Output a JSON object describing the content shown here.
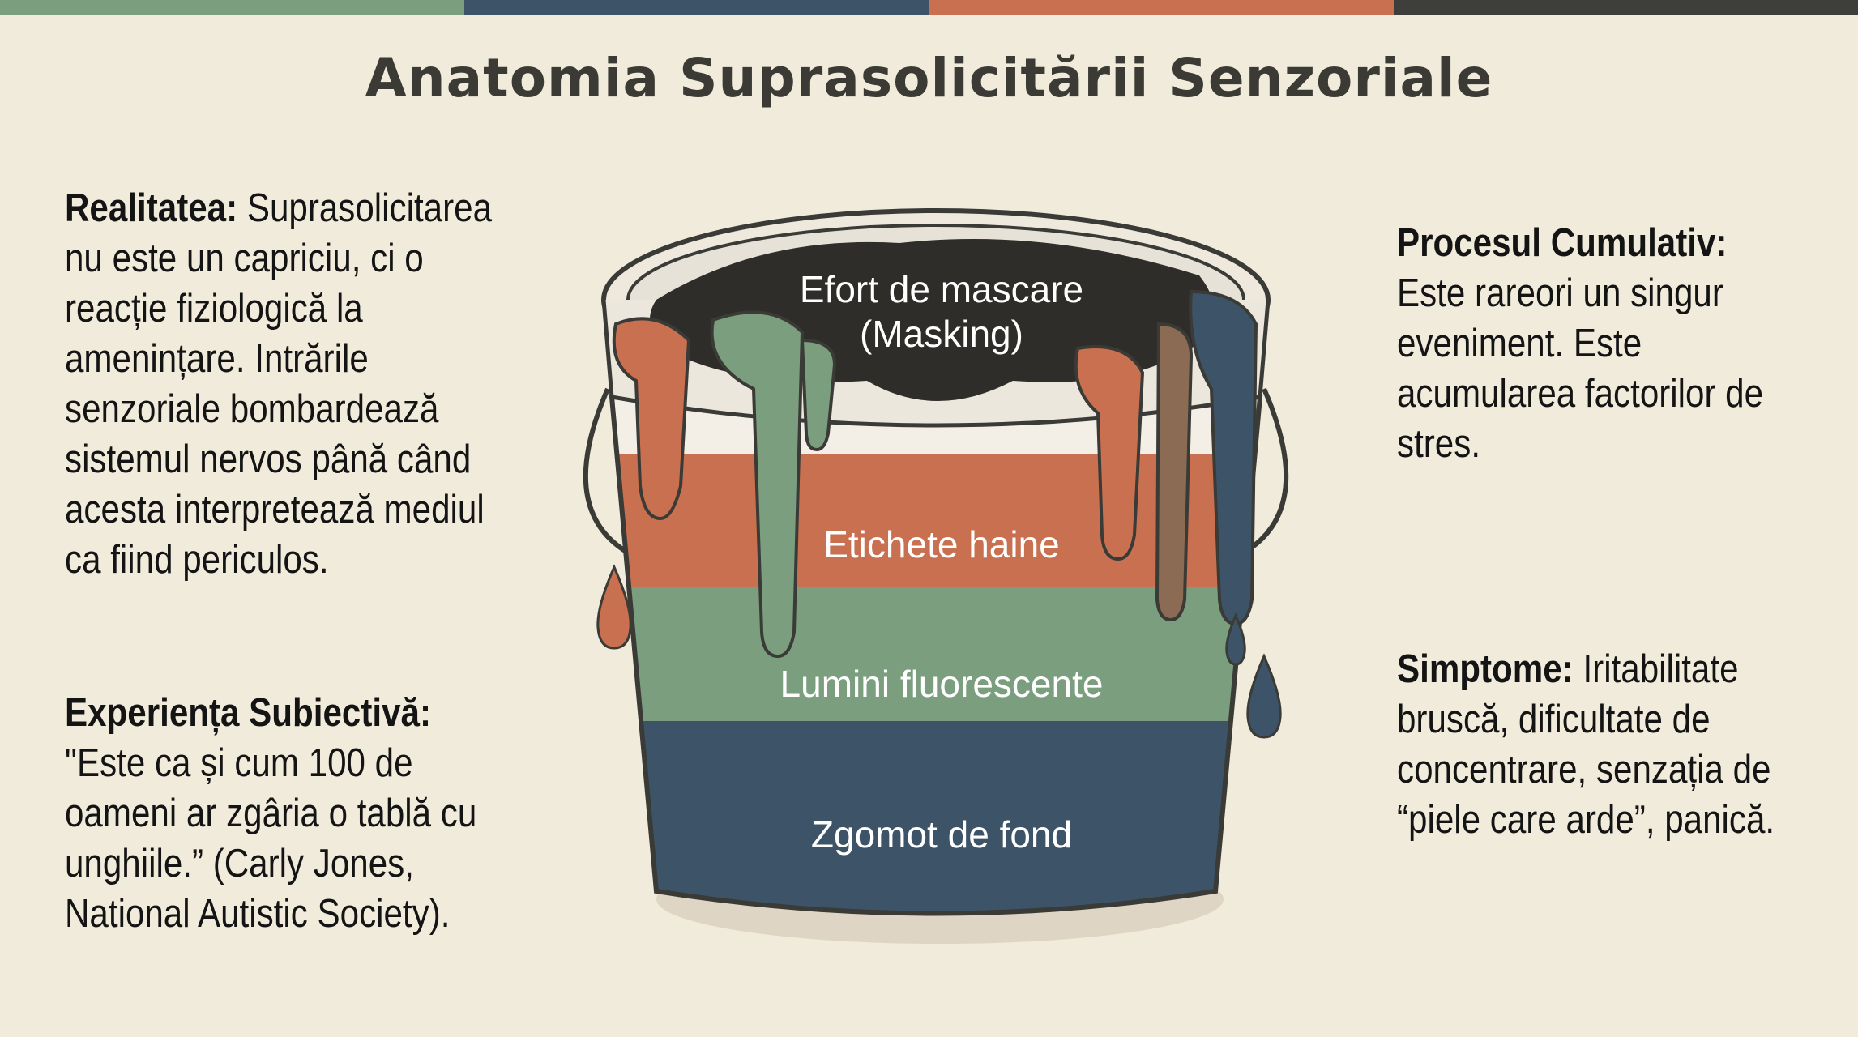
{
  "colors": {
    "green": "#7a9e7e",
    "blue": "#3d5468",
    "orange": "#c8704f",
    "dark": "#3e3e3a",
    "background": "#f1ebdc"
  },
  "title": "Anatomia Suprasolicitării Senzoriale",
  "left": {
    "realitatea": {
      "heading": "Realitatea:",
      "text": " Suprasolicitarea nu este un capriciu, ci o reacție fiziologică la amenințare. Intrările senzoriale bombardează sistemul nervos până când acesta interpretează mediul ca fiind periculos."
    },
    "experienta": {
      "heading": "Experiența Subiectivă:",
      "text": "\"Este ca și cum 100 de oameni ar zgâria o tablă cu unghiile.” (Carly Jones, National Autistic Society)."
    }
  },
  "right": {
    "proces": {
      "heading": "Procesul Cumulativ:",
      "text": "Este rareori un singur eveniment. Este acumularea factorilor de stres."
    },
    "simptome": {
      "heading": "Simptome:",
      "text": " Iritabilitate bruscă, dificultate de concentrare, senzația de “piele care arde”, panică."
    }
  },
  "bucket": {
    "layers": {
      "top_line1": "Efort de mascare",
      "top_line2": "(Masking)",
      "orange": "Etichete haine",
      "green": "Lumini fluorescente",
      "blue": "Zgomot de fond"
    }
  }
}
